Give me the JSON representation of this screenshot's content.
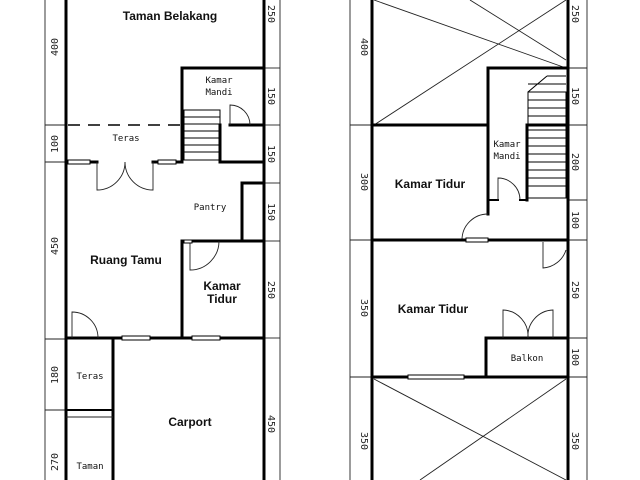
{
  "rooms": {
    "taman_belakang": "Taman Belakang",
    "kamar_mandi_1_line1": "Kamar",
    "kamar_mandi_1_line2": "Mandi",
    "teras_top": "Teras",
    "pantry": "Pantry",
    "ruang_tamu": "Ruang Tamu",
    "kamar_tidur_1_line1": "Kamar",
    "kamar_tidur_1_line2": "Tidur",
    "teras_front": "Teras",
    "carport": "Carport",
    "taman": "Taman",
    "kamar_mandi_2_line1": "Kamar",
    "kamar_mandi_2_line2": "Mandi",
    "kamar_tidur_2": "Kamar Tidur",
    "kamar_tidur_3": "Kamar Tidur",
    "balkon": "Balkon"
  },
  "dimensions": {
    "left_outer": [
      "400",
      "100",
      "450",
      "180",
      "270"
    ],
    "left_inner": [
      "250",
      "150",
      "150",
      "150",
      "250",
      "450"
    ],
    "right_outer": [
      "400",
      "300",
      "350",
      "350"
    ],
    "right_inner": [
      "250",
      "150",
      "200",
      "100",
      "250",
      "100",
      "350"
    ]
  }
}
